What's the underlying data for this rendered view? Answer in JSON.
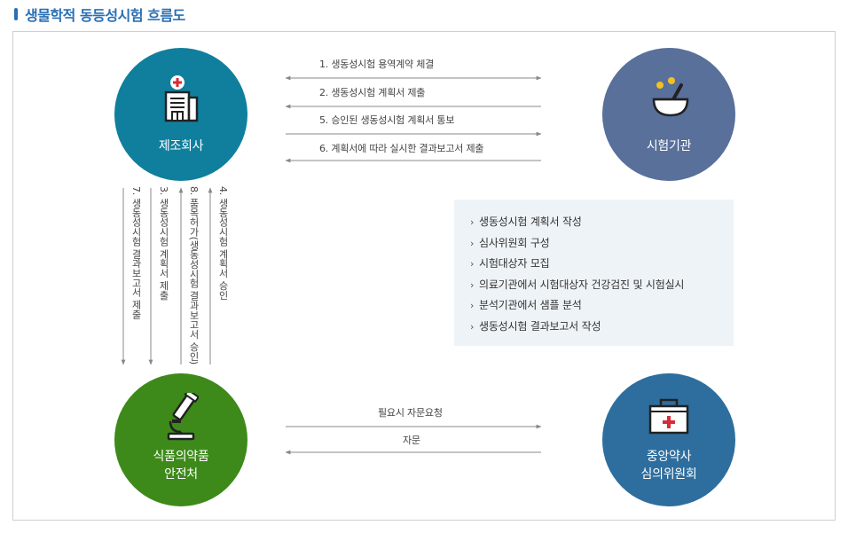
{
  "title": "생물학적 동등성시험 흐름도",
  "nodes": {
    "manufacturer": "제조회사",
    "test_lab": "시험기관",
    "mfds_line1": "식품의약품",
    "mfds_line2": "안전처",
    "committee_line1": "중앙약사",
    "committee_line2": "심의위원회"
  },
  "steps_top": [
    "1. 생동성시험 용역계약 체결",
    "2. 생동성시험 계획서 제출",
    "5. 승인된 생동성시험 계획서 통보",
    "6. 계획서에 따라 실시한 결과보고서 제출"
  ],
  "steps_vertical": [
    "7. 생동성시험 결과보고서 제출",
    "3. 생동성시험 계획서 제출",
    "8. 품목허가(생동성시험 결과보고서 승인)",
    "4. 생동성시험 계획서 승인"
  ],
  "steps_bottom": [
    "필요시 자문요청",
    "자문"
  ],
  "lab_tasks": [
    "생동성시험 계획서 작성",
    "심사위원회 구성",
    "시험대상자 모집",
    "의료기관에서 시험대상자 건강검진 및 시험실시",
    "분석기관에서 샘플 분석",
    "생동성시험 결과보고서 작성"
  ],
  "colors": {
    "title": "#2a6fb5",
    "manufacturer": "#0f7f9d",
    "test_lab": "#58709a",
    "mfds": "#3d8a1a",
    "committee": "#2e6e9e",
    "info_box": "#eef3f7",
    "arrow": "#888888"
  },
  "icons": {
    "manufacturer": "factory-building-icon",
    "test_lab": "mortar-pestle-icon",
    "mfds": "microscope-icon",
    "committee": "first-aid-kit-icon"
  }
}
